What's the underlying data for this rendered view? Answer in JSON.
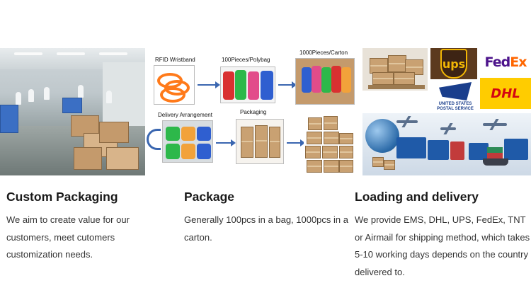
{
  "sections": [
    {
      "heading": "Custom Packaging",
      "description": "We aim to create value for our customers, meet cutomers customization needs."
    },
    {
      "heading": "Package",
      "description": "Generally 100pcs in a bag, 1000pcs in a carton.",
      "diagram": {
        "rfid_label": "RFID Wristband",
        "polybag_label": "100Pieces/Polybag",
        "carton_label": "1000Pieces/Carton",
        "delivery_label": "Delivery Arrangement",
        "packaging_label": "Packaging"
      }
    },
    {
      "heading": "Loading and delivery",
      "description": "We provide EMS, DHL, UPS, FedEx, TNT or Airmail for shipping method, which takes 5-10 working days depends on the country delivered to.",
      "logos": {
        "ups": "ups",
        "fedex_fed": "Fed",
        "fedex_ex": "Ex",
        "usps": "UNITED STATES POSTAL SERVICE",
        "dhl": "DHL"
      }
    }
  ],
  "colors": {
    "arrow": "#3a66b0",
    "wristband": "#ff7a1a",
    "ups_brown": "#5c3a1e",
    "fedex_purple": "#4d148c",
    "fedex_orange": "#ff6600",
    "dhl_yellow": "#ffcc00",
    "dhl_red": "#d40511"
  }
}
